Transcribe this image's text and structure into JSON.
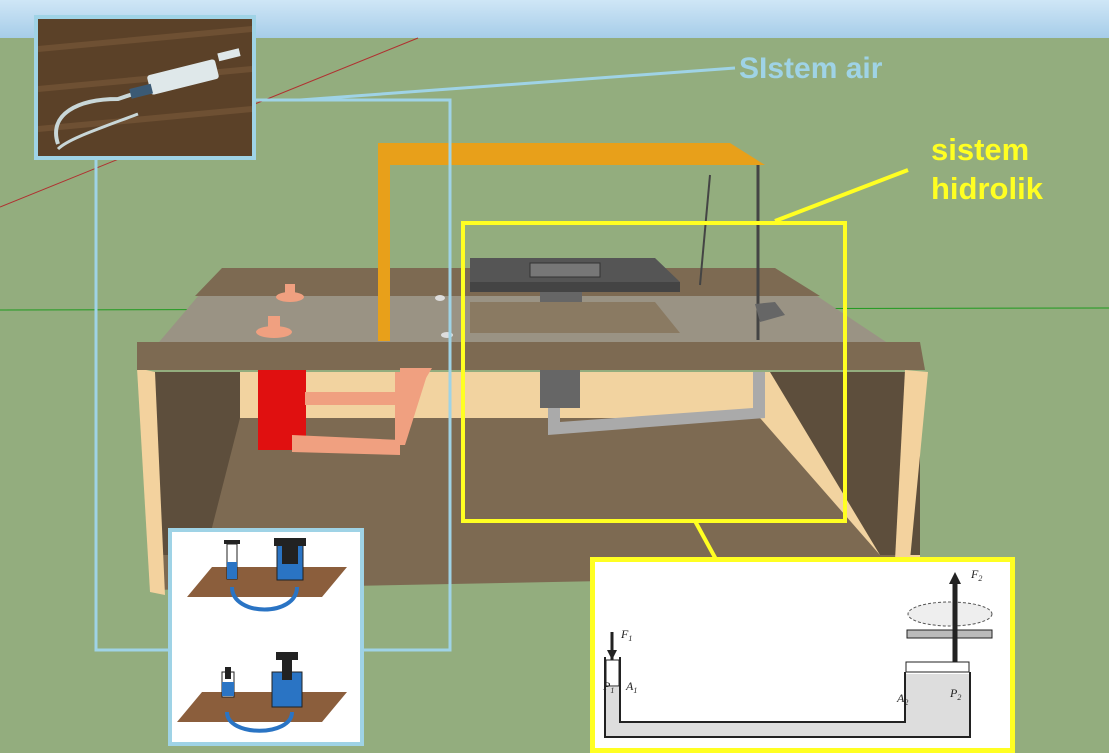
{
  "labels": {
    "water_system": "SIstem air",
    "hydraulic_system": "sistem\nhidrolik"
  },
  "pascal_diagram": {
    "f1": "F",
    "f1_sub": "1",
    "f2": "F",
    "f2_sub": "2",
    "a1": "A",
    "a1_sub": "1",
    "a2": "A",
    "a2_sub": "2",
    "p1": "P",
    "p1_sub": "1",
    "p2": "P",
    "p2_sub": "2"
  },
  "colors": {
    "water_label": "#9fd3e6",
    "hydraulic_label": "#ffff22",
    "ground": "#93ad7e",
    "wood_top": "#7d6a52",
    "wood_edge": "#f3d29e",
    "frame": "#e8a01a",
    "cylinder_red": "#e01010",
    "copper": "#f0a080",
    "water_blue": "#2a74c4"
  }
}
